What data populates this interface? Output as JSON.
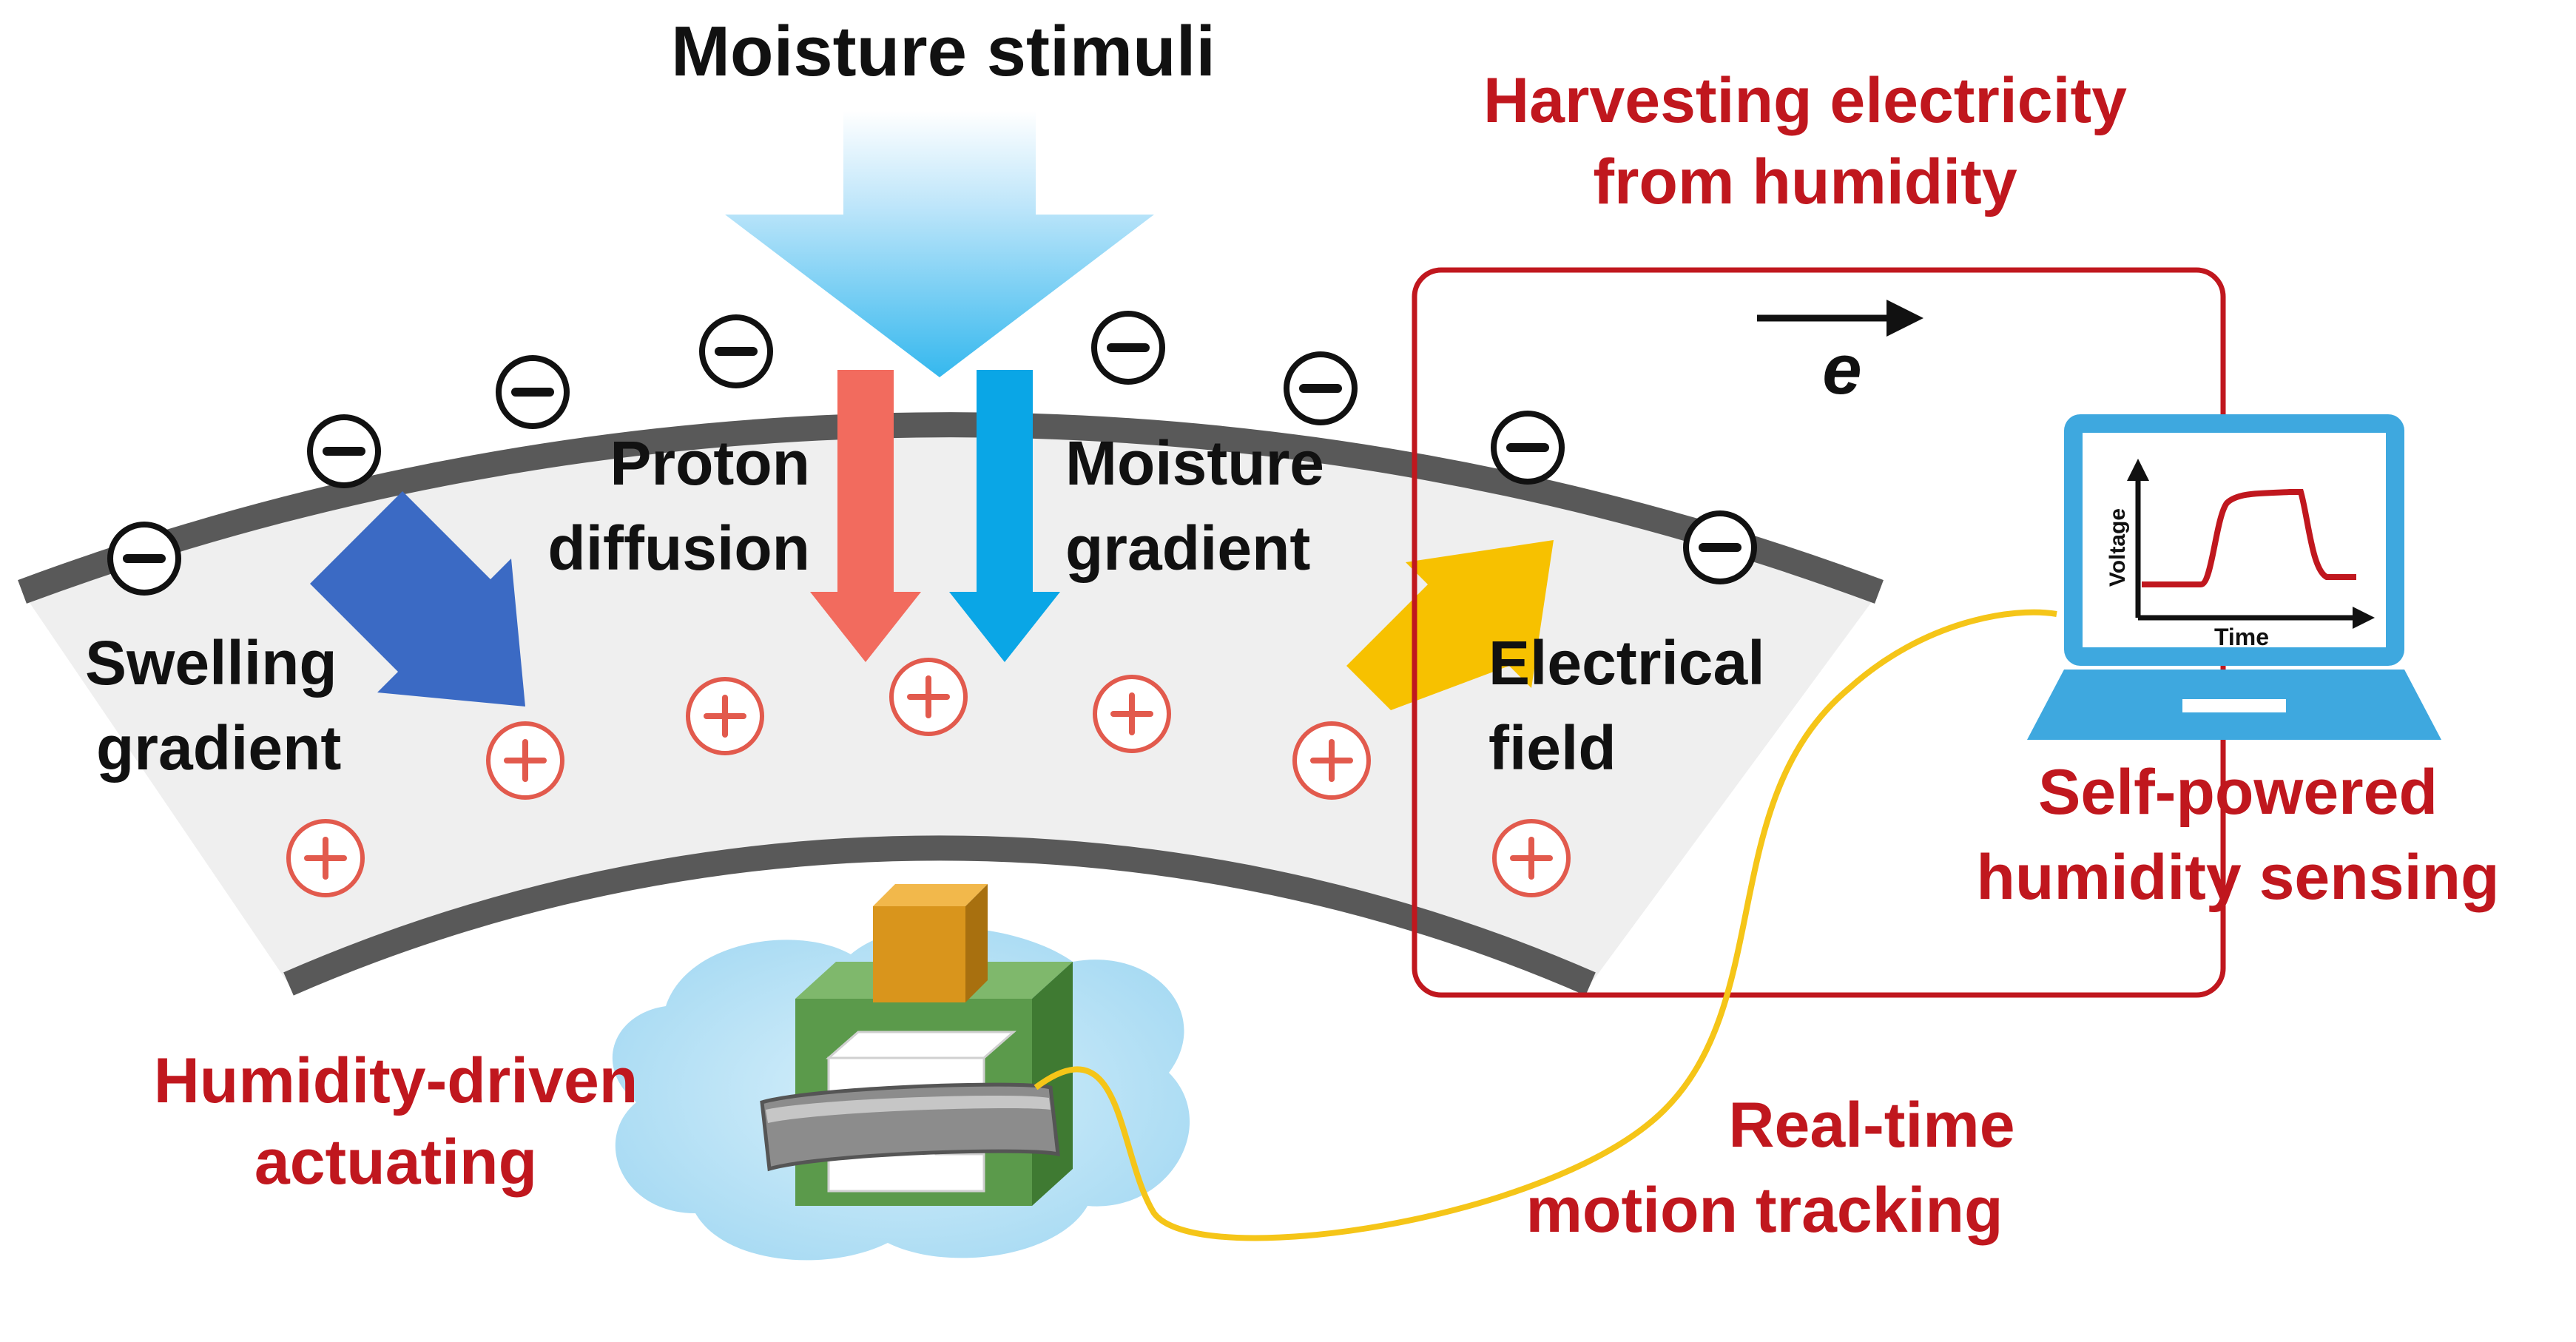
{
  "title": "Moisture stimuli",
  "labels": {
    "proton_diffusion": [
      "Proton",
      "diffusion"
    ],
    "moisture_gradient": [
      "Moisture",
      "gradient"
    ],
    "swelling_gradient": [
      "Swelling",
      "gradient"
    ],
    "electrical_field": [
      "Electrical",
      "field"
    ]
  },
  "applications": {
    "harvesting": [
      "Harvesting electricity",
      "from humidity"
    ],
    "self_powered": [
      "Self-powered",
      "humidity sensing"
    ],
    "actuating": [
      "Humidity-driven",
      "actuating"
    ],
    "motion_tracking": [
      "Real-time",
      "motion tracking"
    ]
  },
  "circuit": {
    "electron_symbol": "e"
  },
  "laptop_plot": {
    "ylabel": "Voltage",
    "xlabel": "Time"
  },
  "colors": {
    "application_red": "#c0171e",
    "film_fill": "#efefef",
    "film_edge": "#595959",
    "proton_arrow": "#f26b5e",
    "moisture_arrow": "#0aa6e6",
    "swelling_arrow": "#3b6ac4",
    "field_arrow": "#f7c100",
    "laptop_blue": "#3ea8df",
    "wire_yellow": "#f5c518",
    "cloud_blue": "#bfe4f6",
    "actuator_green": "#5b9a4b",
    "block_orange": "#d9951c"
  },
  "charges": {
    "negative": "−",
    "positive": "+"
  }
}
